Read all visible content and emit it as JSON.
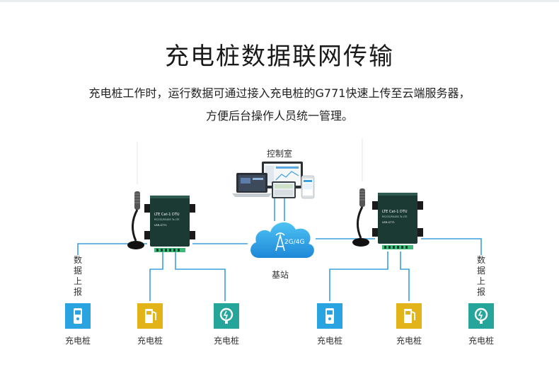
{
  "title": "充电桩数据联网传输",
  "description": {
    "line1": "充电桩工作时，运行数据可通过接入充电桩的G771快速上传至云端服务器，",
    "line2": "方便后台操作人员统一管理。"
  },
  "control_room": {
    "label": "控制室"
  },
  "cloud": {
    "label": "2G/4G",
    "station_label": "基站"
  },
  "dtu_device": {
    "line1": "LTE Cat-1 DTU",
    "line2": "RS232/RS485 To LTE",
    "model": "USR-G771"
  },
  "side_labels": {
    "left": [
      "数",
      "据",
      "上",
      "报"
    ],
    "right": [
      "数",
      "据",
      "上",
      "报"
    ]
  },
  "chargers": [
    {
      "label": "充电桩",
      "color": "#29a4e0"
    },
    {
      "label": "充电桩",
      "color": "#e2b41a"
    },
    {
      "label": "充电桩",
      "color": "#26a69a"
    },
    {
      "label": "充电桩",
      "color": "#29a4e0"
    },
    {
      "label": "充电桩",
      "color": "#e2b41a"
    },
    {
      "label": "充电桩",
      "color": "#26a69a"
    }
  ],
  "colors": {
    "line": "#3aa0df",
    "device": "#1c3a34",
    "device_accent": "#3cb878"
  }
}
